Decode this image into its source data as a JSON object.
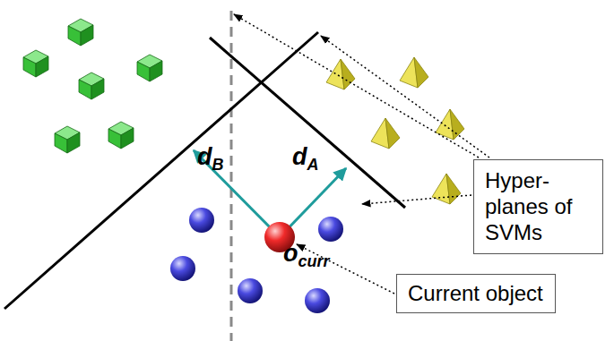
{
  "diagram": {
    "nodes": [
      {
        "text": [
          "Hyper- planes of SVMs"
        ]
      },
      {
        "text": [
          "Current object"
        ]
      }
    ],
    "labels": [
      "dB",
      "dA",
      "ocurr"
    ]
  }
}
